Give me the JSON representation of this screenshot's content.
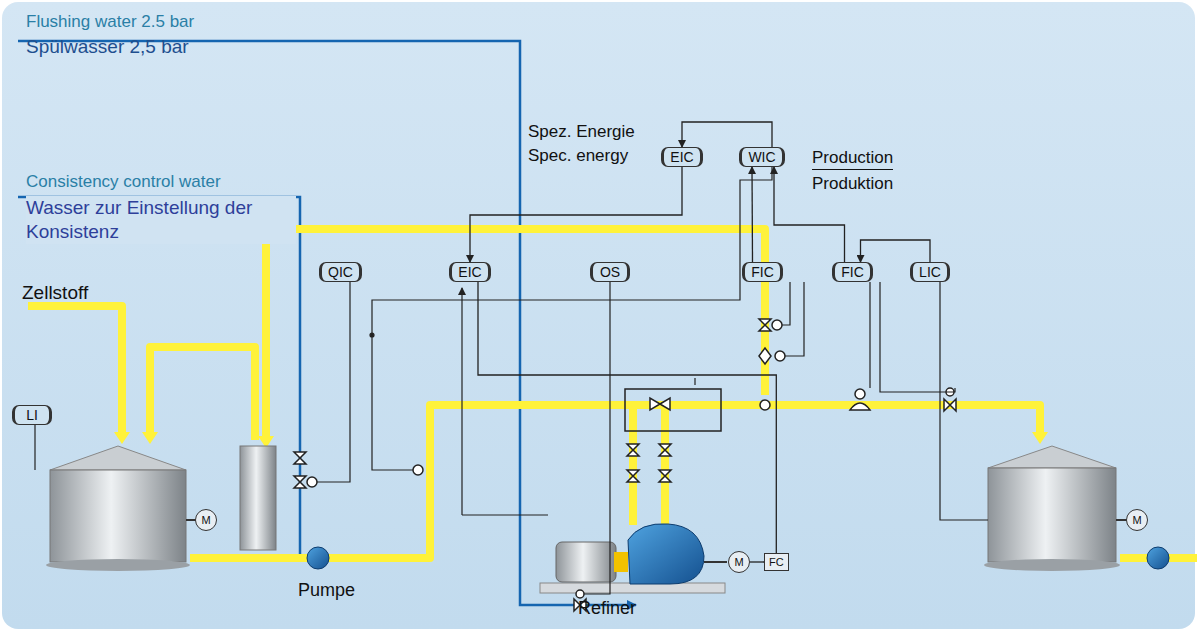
{
  "diagram": {
    "nodes": [
      {
        "text": [
          "LI"
        ]
      },
      {
        "text": [
          "M"
        ]
      },
      {
        "text": [
          "QIC"
        ]
      },
      {
        "text": [
          "EIC"
        ]
      },
      {
        "text": [
          "WIC"
        ]
      },
      {
        "text": [
          "EIC"
        ]
      },
      {
        "text": [
          "OS"
        ]
      },
      {
        "text": [
          "FIC"
        ]
      },
      {
        "text": [
          "FIC"
        ]
      },
      {
        "text": [
          "LIC"
        ]
      },
      {
        "text": [
          "M"
        ]
      },
      {
        "text": [
          "FC"
        ]
      },
      {
        "text": [
          "M"
        ]
      }
    ],
    "edges": [
      {
        "from": 4,
        "to": 3,
        "arrow": "to"
      },
      {
        "from": 3,
        "to": 5,
        "arrow": "to"
      },
      {
        "from": 7,
        "to": 4,
        "arrow": "to"
      },
      {
        "from": 8,
        "to": 4,
        "arrow": "to"
      },
      {
        "from": 9,
        "to": 8,
        "arrow": "to"
      },
      {
        "from": 5,
        "to": 11,
        "arrow": "none"
      },
      {
        "from": 10,
        "to": 11,
        "arrow": "none"
      }
    ],
    "labels": [
      "Flushing water 2.5 bar",
      "Spülwasser 2,5 bar",
      "Consistency control water",
      "Wasser zur Einstellung der Konsistenz",
      "Zellstoff",
      "Spez. Energie",
      "Spec. energy",
      "Production",
      "Produktion",
      "Pumpe",
      "Refiner"
    ]
  }
}
